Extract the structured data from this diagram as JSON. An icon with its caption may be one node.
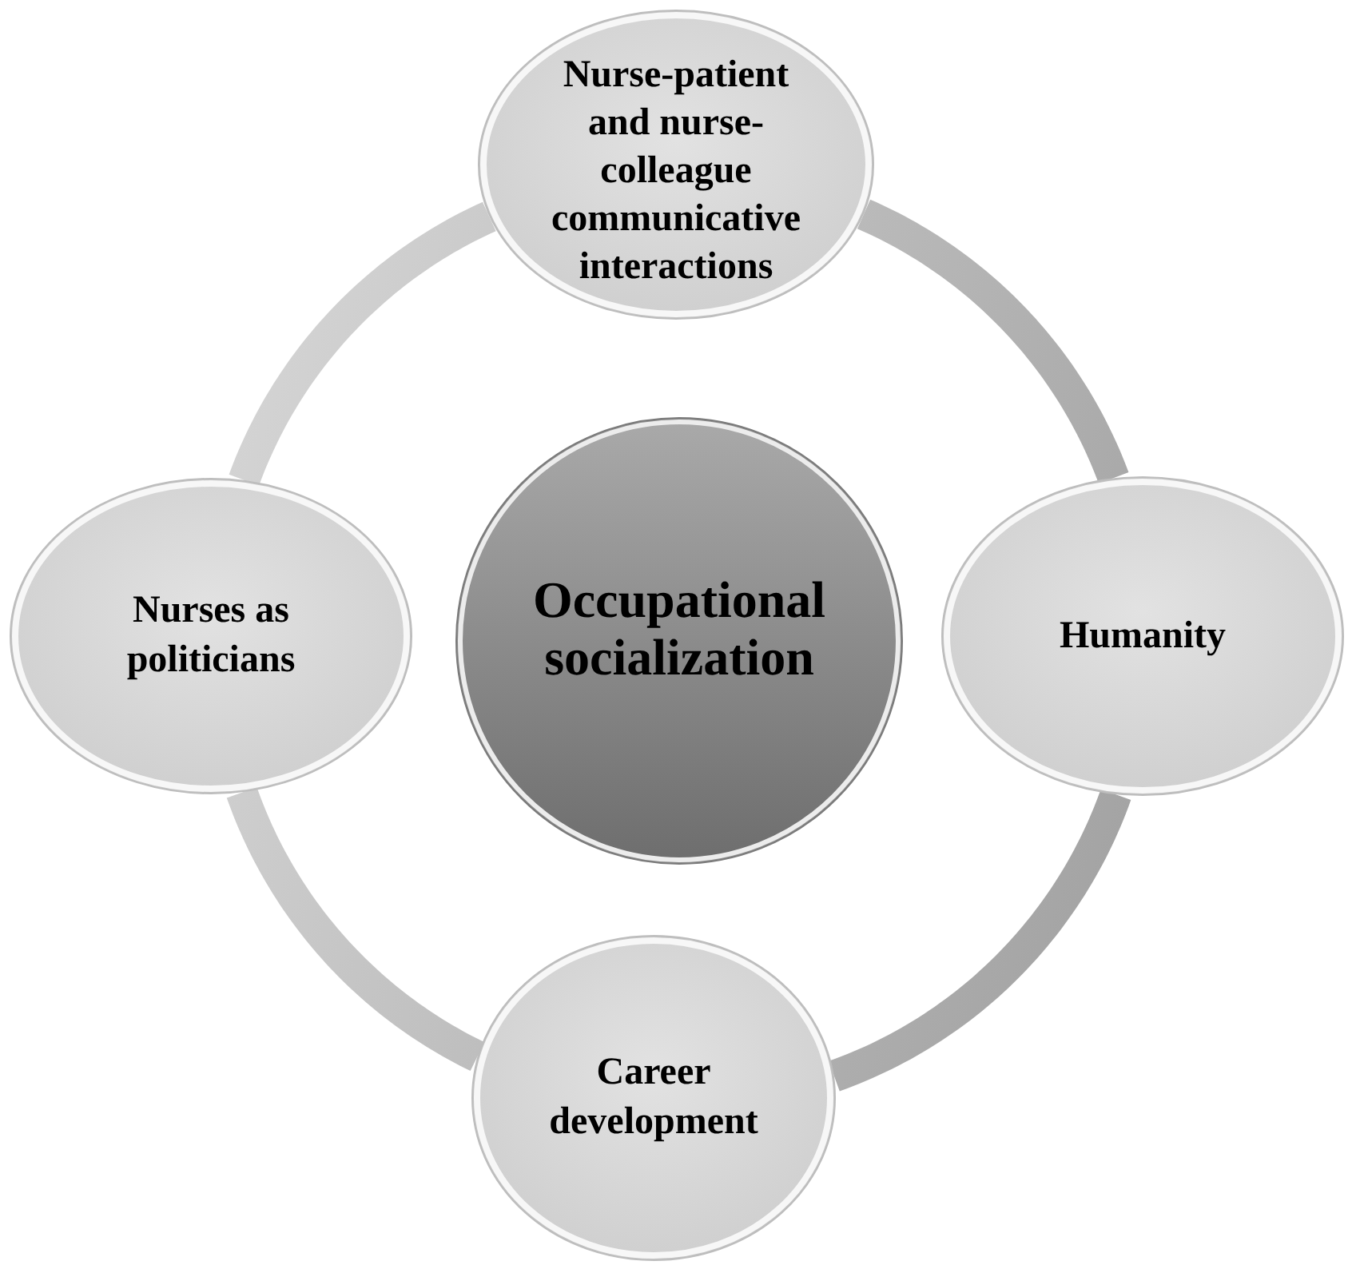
{
  "diagram": {
    "nodes": [
      {
        "text": [
          "Nurse-patient and nurse-colleague communicative interactions"
        ]
      },
      {
        "text": [
          "Nurses as politicians"
        ]
      },
      {
        "text": [
          "Occupational socialization"
        ]
      },
      {
        "text": [
          "Humanity"
        ]
      },
      {
        "text": [
          "Career development"
        ]
      }
    ],
    "edges": [
      {
        "from": 0,
        "to": 3,
        "arrow": "none"
      },
      {
        "from": 3,
        "to": 4,
        "arrow": "none"
      },
      {
        "from": 4,
        "to": 1,
        "arrow": "none"
      },
      {
        "from": 1,
        "to": 0,
        "arrow": "none"
      }
    ]
  }
}
